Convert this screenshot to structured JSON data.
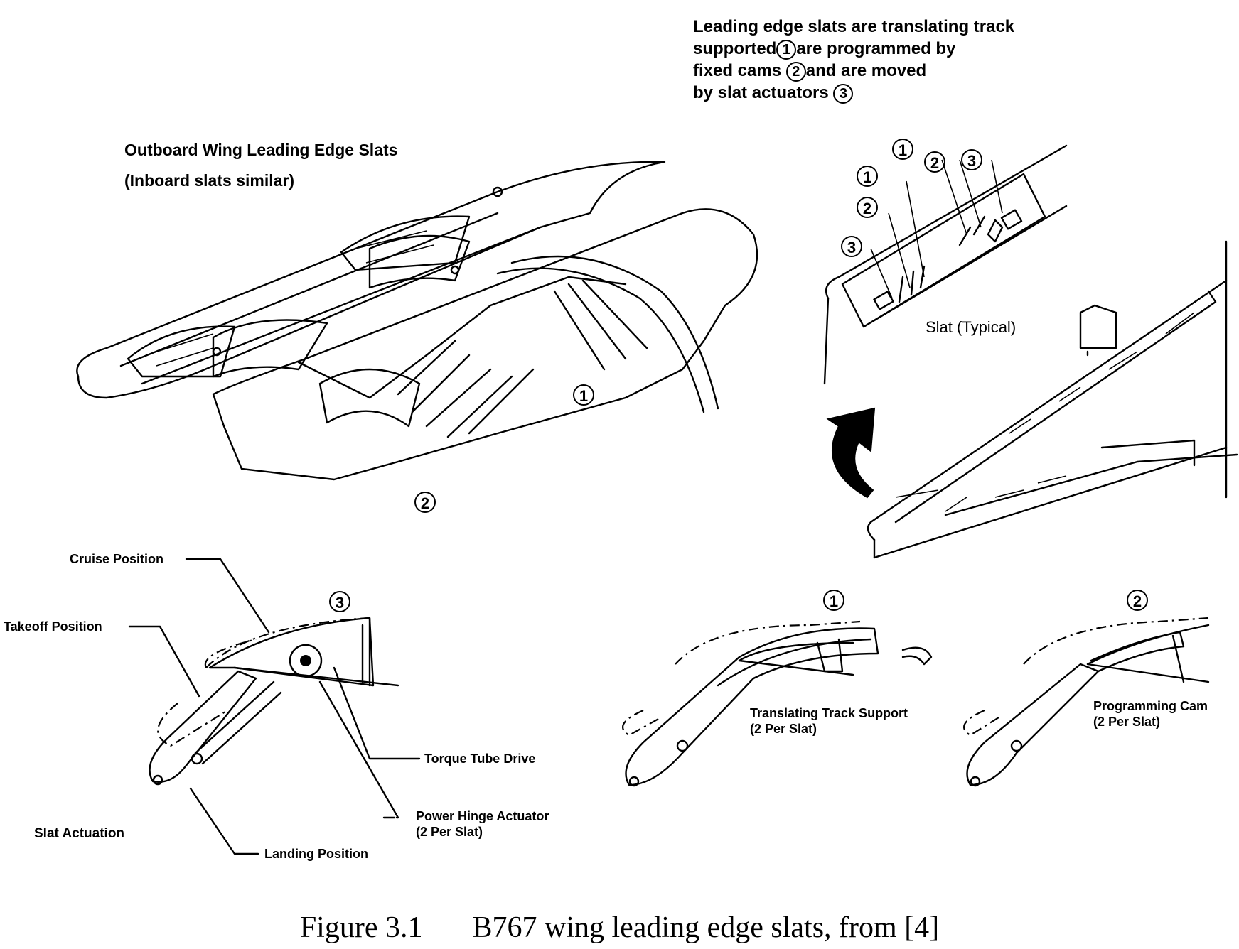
{
  "intro": {
    "line1": "Leading edge slats are translating track",
    "line2a": "supported",
    "line2b": "are programmed by",
    "line3a": "fixed cams",
    "line3b": "and are moved",
    "line4a": "by slat actuators"
  },
  "main_view": {
    "title": "Outboard Wing Leading Edge Slats",
    "subtitle": "(Inboard slats similar)"
  },
  "callouts": {
    "one": "1",
    "two": "2",
    "three": "3"
  },
  "slat_typical_label": "Slat (Typical)",
  "actuation": {
    "cruise": "Cruise Position",
    "takeoff": "Takeoff Position",
    "torque": "Torque Tube Drive",
    "hinge1": "Power Hinge Actuator",
    "hinge2": "(2 Per Slat)",
    "landing": "Landing Position",
    "title": "Slat Actuation"
  },
  "track": {
    "line1": "Translating Track Support",
    "line2": "(2 Per Slat)"
  },
  "cam": {
    "line1": "Programming Cam",
    "line2": "(2 Per Slat)"
  },
  "caption": {
    "number": "Figure 3.1",
    "text": "B767 wing leading edge slats, from [4]"
  }
}
